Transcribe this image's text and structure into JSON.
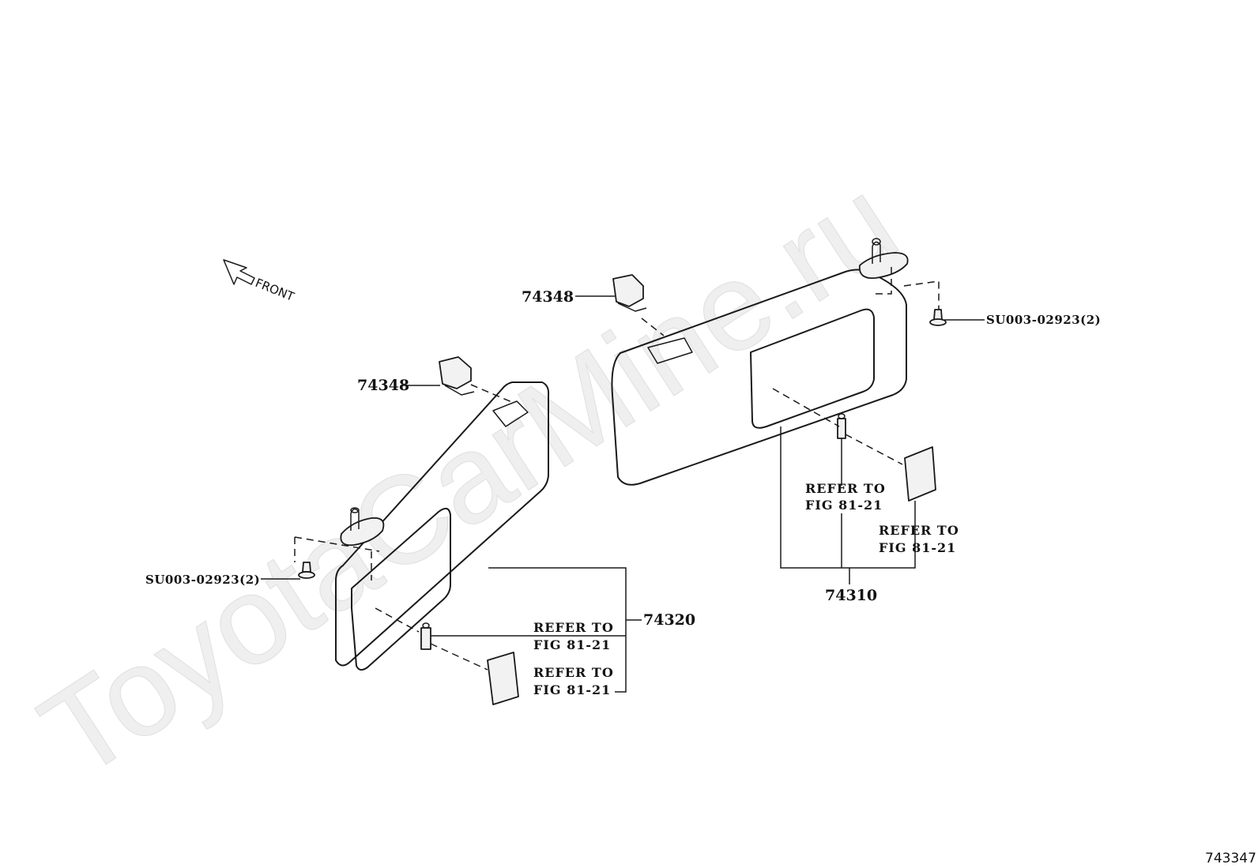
{
  "watermark": "ToyotaCarMine.ru",
  "figure_id": "743347",
  "front_arrow_label": "FRONT",
  "callouts": {
    "clip_left": "74348",
    "clip_right": "74348",
    "screw_left": "SU003-02923(2)",
    "screw_right": "SU003-02923(2)",
    "visor_left_assy": "74320",
    "visor_right_assy": "74310",
    "refer_left_lamp": {
      "line1": "REFER TO",
      "line2": "FIG 81-21"
    },
    "refer_left_cover": {
      "line1": "REFER TO",
      "line2": "FIG 81-21"
    },
    "refer_right_lamp": {
      "line1": "REFER TO",
      "line2": "FIG 81-21"
    },
    "refer_right_cover": {
      "line1": "REFER TO",
      "line2": "FIG 81-21"
    }
  }
}
